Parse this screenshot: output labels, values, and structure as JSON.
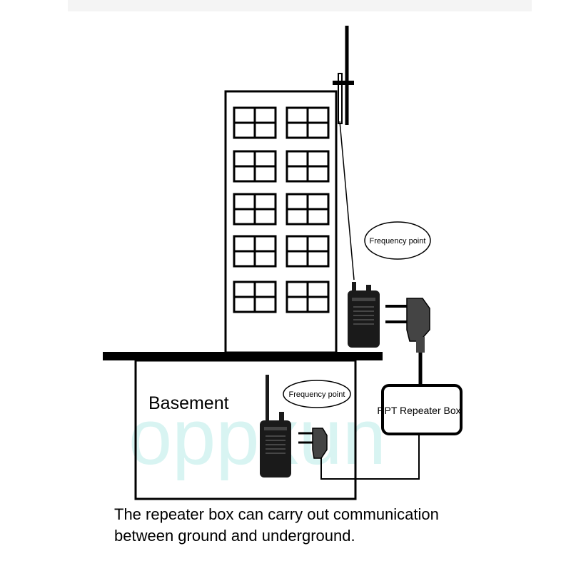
{
  "basement_label": "Basement",
  "freq_label_upper": "Frequency point",
  "freq_label_lower": "Frequency point",
  "repeater_box_label": "RPT Repeater Box",
  "watermark": "oppxun",
  "caption_line1": "The repeater box can carry out communication",
  "caption_line2": "between ground and underground.",
  "colors": {
    "line": "#000000",
    "radio_body": "#1a1a1a",
    "watermark": "#d8f4f2"
  },
  "icons": [
    "building-icon",
    "antenna-icon",
    "walkie-talkie-icon",
    "two-pin-plug-icon",
    "repeater-box-icon"
  ]
}
